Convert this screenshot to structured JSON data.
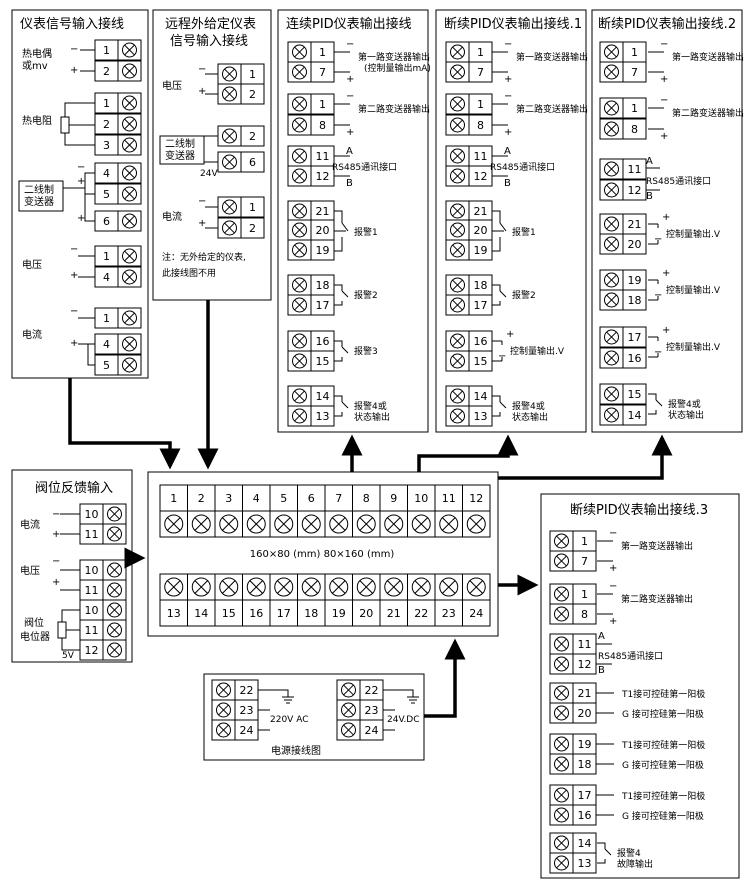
{
  "panels": {
    "input_signal": {
      "title": "仪表信号输入接线",
      "thermocouple": "热电偶\n或mv",
      "rtd": "热电阻",
      "two_wire": "二线制\n变送器",
      "voltage": "电压",
      "current": "电流"
    },
    "remote": {
      "title_l1": "远程外给定仪表",
      "title_l2": "信号输入接线",
      "voltage": "电压",
      "two_wire": "二线制\n变送器",
      "v24": "24V",
      "current": "电流",
      "note_l1": "注：无外给定的仪表,",
      "note_l2": "此接线图不用"
    },
    "continuous": {
      "title": "连续PID仪表输出接线",
      "tx1_l1": "第一路变送器输出",
      "tx1_l2": "(控制量输出mA)",
      "tx2": "第二路变送器输出",
      "rs485": "RS485通讯接口",
      "alarm1": "报警1",
      "alarm2": "报警2",
      "alarm3": "报警3",
      "alarm4_l1": "报警4或",
      "alarm4_l2": "状态输出"
    },
    "intermittent1": {
      "title": "断续PID仪表输出接线.1",
      "tx1": "第一路变送器输出",
      "tx2": "第二路变送器输出",
      "rs485": "RS485通讯接口",
      "alarm1": "报警1",
      "alarm2": "报警2",
      "ctrl_v": "控制量输出.V",
      "alarm4_l1": "报警4或",
      "alarm4_l2": "状态输出"
    },
    "intermittent2": {
      "title": "断续PID仪表输出接线.2",
      "tx1": "第一路变送器输出",
      "tx2": "第二路变送器输出",
      "rs485": "RS485通讯接口",
      "ctrl_v": "控制量输出.V",
      "alarm4_l1": "报警4或",
      "alarm4_l2": "状态输出"
    },
    "valve": {
      "title": "阀位反馈输入",
      "current": "电流",
      "voltage": "电压",
      "pot_l1": "阀位",
      "pot_l2": "电位器",
      "v5": "5V"
    },
    "main": {
      "top_numbers": [
        "1",
        "2",
        "3",
        "4",
        "5",
        "6",
        "7",
        "8",
        "9",
        "10",
        "11",
        "12"
      ],
      "bottom_numbers": [
        "13",
        "14",
        "15",
        "16",
        "17",
        "18",
        "19",
        "20",
        "21",
        "22",
        "23",
        "24"
      ],
      "size_note": "160×80 (mm)   80×160 (mm)"
    },
    "power": {
      "title": "电源接线图",
      "ac": "220V  AC",
      "dc": "24V.DC"
    },
    "intermittent3": {
      "title": "断续PID仪表输出接线.3",
      "tx1": "第一路变送器输出",
      "tx2": "第二路变送器输出",
      "rs485": "RS485通讯接口",
      "t1": "T1接可控硅第一阳极",
      "g": "G 接可控硅第一阳极",
      "alarm4_l1": "报警4",
      "alarm4_l2": "故障输出"
    }
  },
  "symbols": {
    "plus": "+",
    "minus": "−",
    "A": "A",
    "B": "B"
  },
  "terminal_icon": "cross-circle-terminal-icon",
  "colors": {
    "line": "#000000",
    "background": "#ffffff"
  }
}
